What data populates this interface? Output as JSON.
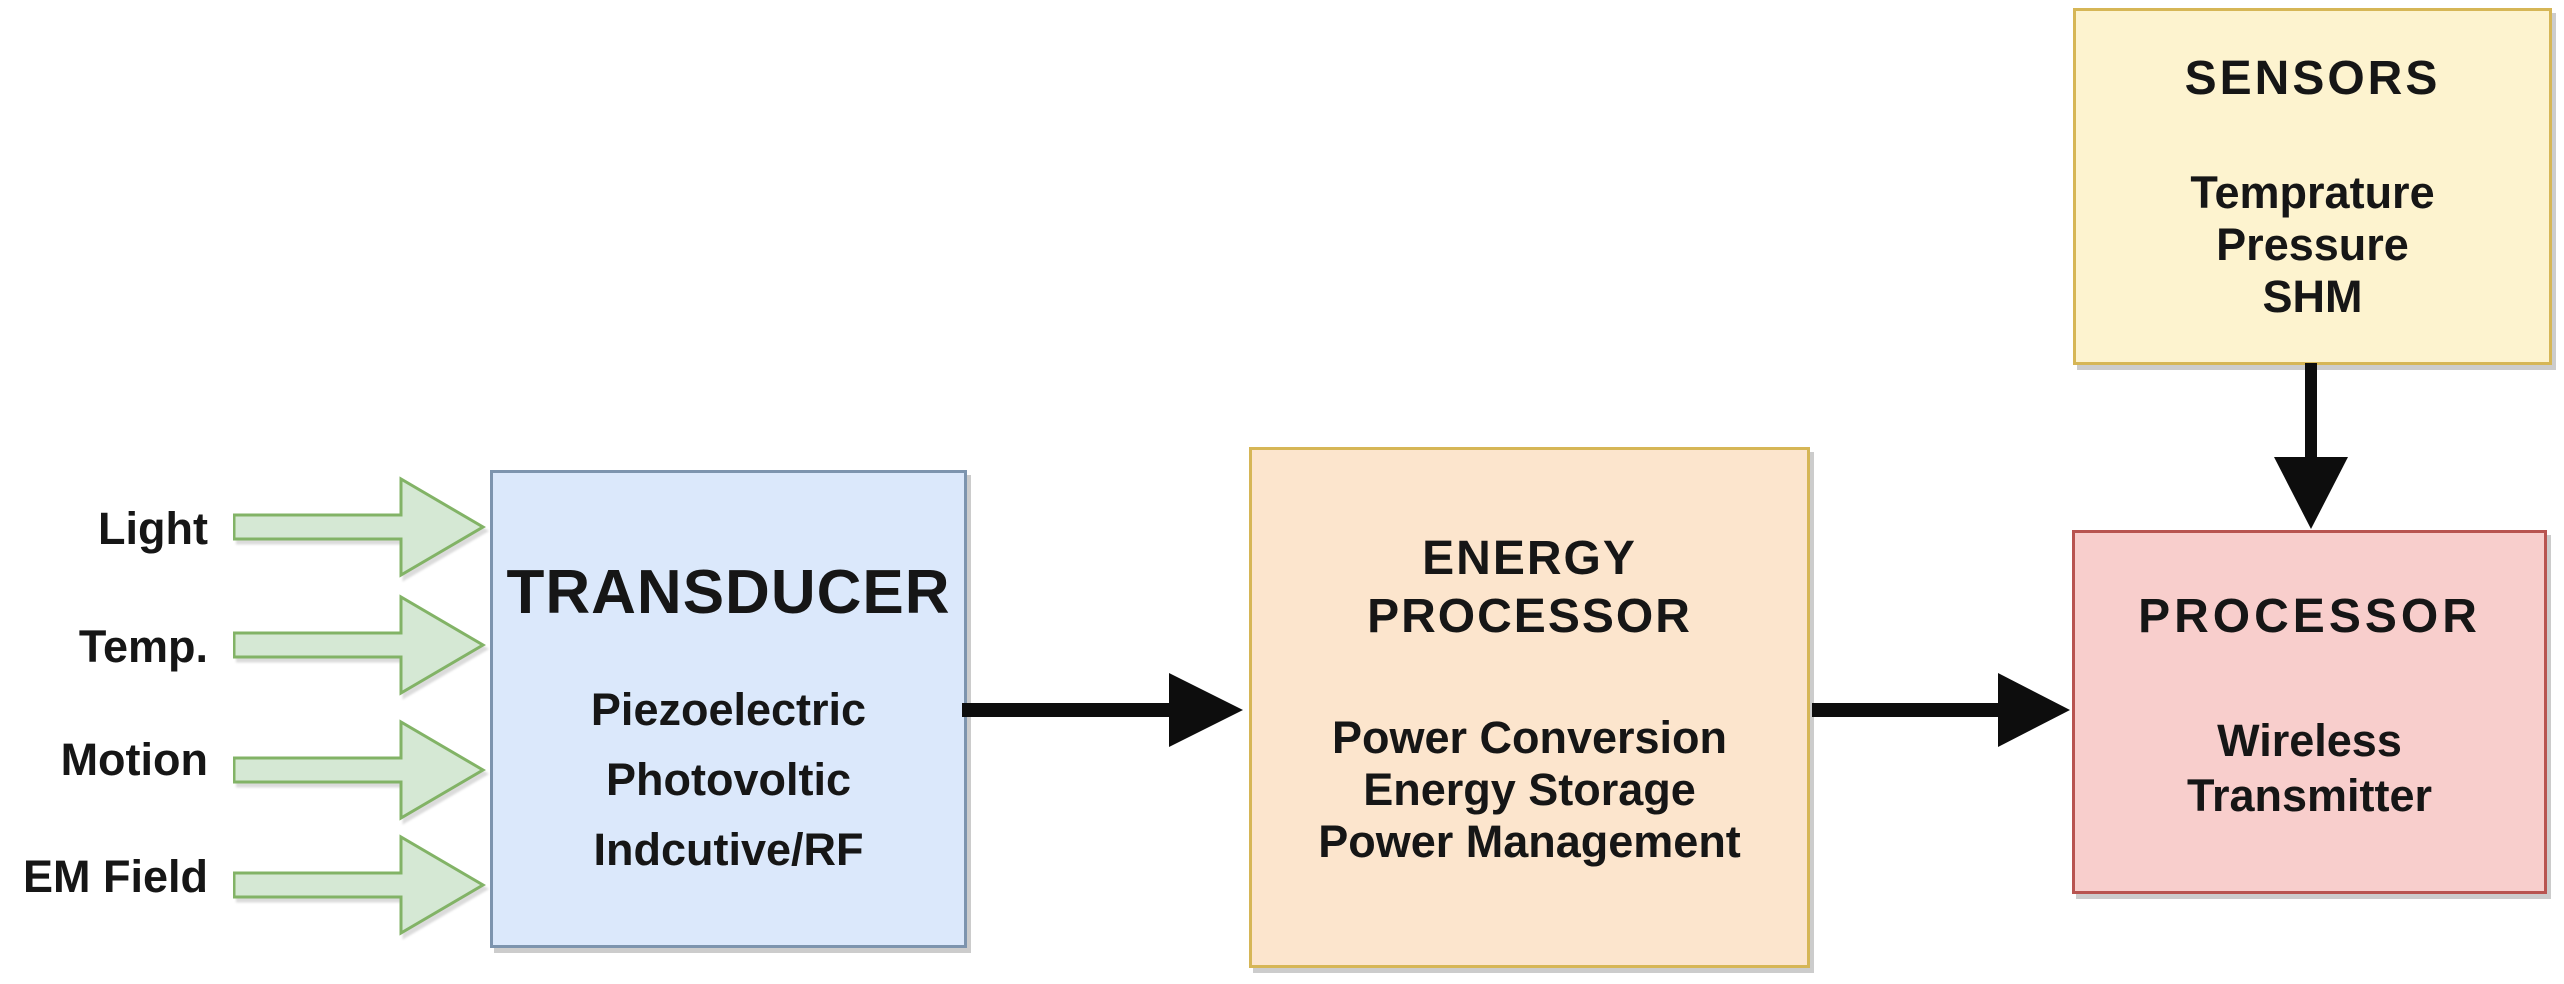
{
  "diagram": {
    "inputs": [
      {
        "label": "Light"
      },
      {
        "label": "Temp."
      },
      {
        "label": "Motion"
      },
      {
        "label": "EM Field"
      }
    ],
    "blocks": {
      "transducer": {
        "title": "TRANSDUCER",
        "items": [
          "Piezoelectric",
          "Photovoltic",
          "Indcutive/RF"
        ],
        "fill": "#dbe8fb",
        "border": "#7d94ae"
      },
      "energy_processor": {
        "title": "ENERGY PROCESSOR",
        "items": [
          "Power Conversion",
          "Energy Storage",
          "Power Management"
        ],
        "fill": "#fce5cd",
        "border": "#d6b656"
      },
      "sensors": {
        "title": "SENSORS",
        "items": [
          "Temprature",
          "Pressure",
          "SHM"
        ],
        "fill": "#fdf3cf",
        "border": "#d6b656"
      },
      "processor": {
        "title": "PROCESSOR",
        "items": [
          "Wireless Transmitter"
        ],
        "fill": "#f8cecc",
        "border": "#b85450"
      }
    },
    "arrows": {
      "input_fill": "#d5e8d4",
      "input_stroke": "#82b366",
      "flow_color": "#0d0d0d"
    },
    "text_color": "#161616"
  }
}
